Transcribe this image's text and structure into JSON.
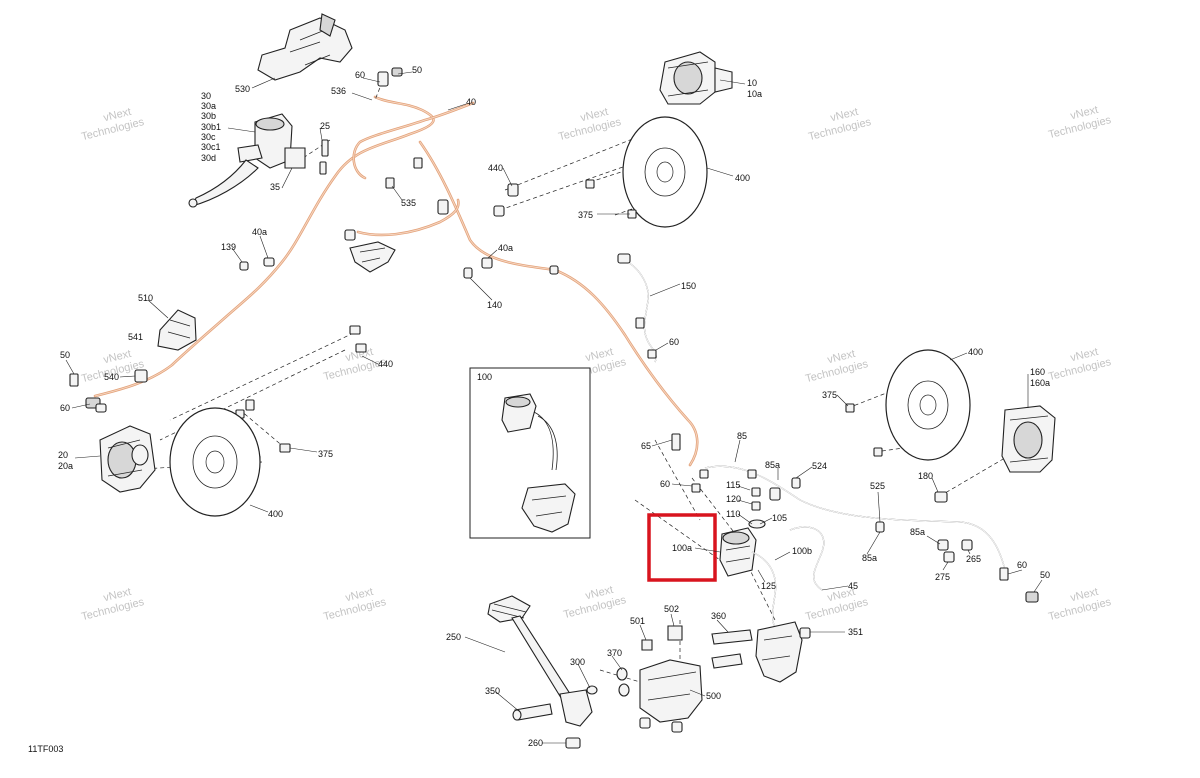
{
  "diagram_code": "11TF003",
  "highlight_color": "#d8141e",
  "hose_color": "#e3a27a",
  "watermark_text": [
    "vNext",
    "Technologies"
  ],
  "callouts": {
    "c530": "530",
    "c60_top": "60",
    "c50_top": "50",
    "c536": "536",
    "c40": "40",
    "c10": "10",
    "c10a": "10a",
    "c30_stack": [
      "30",
      "30a",
      "30b",
      "30b1",
      "30c",
      "30c1",
      "30d"
    ],
    "c25": "25",
    "c35": "35",
    "c535": "535",
    "c440_top": "440",
    "c400_top": "400",
    "c375_top": "375",
    "c139": "139",
    "c40a_left": "40a",
    "c40a_mid": "40a",
    "c140": "140",
    "c150": "150",
    "c510": "510",
    "c541": "541",
    "c540": "540",
    "c50_left": "50",
    "c60_left": "60",
    "c440_left": "440",
    "c60_mid": "60",
    "c400_right": "400",
    "c160": "160",
    "c160a": "160a",
    "c375_right": "375",
    "c20": "20",
    "c20a": "20a",
    "c375_left": "375",
    "c400_left": "400",
    "c100": "100",
    "c65": "65",
    "c85": "85",
    "c85a_top": "85a",
    "c524": "524",
    "c60_lower": "60",
    "c115": "115",
    "c120": "120",
    "c110": "110",
    "c105": "105",
    "c180": "180",
    "c525": "525",
    "c100a": "100a",
    "c100b": "100b",
    "c85a_mid": "85a",
    "c85a_bottom": "85a",
    "c265": "265",
    "c275": "275",
    "c60_right": "60",
    "c50_right": "50",
    "c125": "125",
    "c45": "45",
    "c250": "250",
    "c502": "502",
    "c501": "501",
    "c360": "360",
    "c351": "351",
    "c370": "370",
    "c300": "300",
    "c350": "350",
    "c500": "500",
    "c260": "260"
  }
}
